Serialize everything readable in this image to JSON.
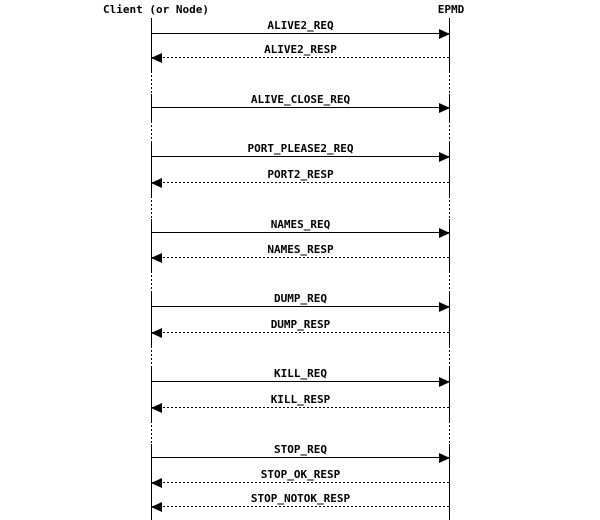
{
  "diagram": {
    "type": "sequence",
    "actors": [
      {
        "id": "client",
        "label": "Client (or Node)"
      },
      {
        "id": "epmd",
        "label": "EPMD"
      }
    ],
    "messages": [
      {
        "label": "ALIVE2_REQ",
        "from": "client",
        "to": "epmd",
        "line_style": "solid"
      },
      {
        "label": "ALIVE2_RESP",
        "from": "epmd",
        "to": "client",
        "line_style": "dotted"
      },
      {
        "label": "ALIVE_CLOSE_REQ",
        "from": "client",
        "to": "epmd",
        "line_style": "solid"
      },
      {
        "label": "PORT_PLEASE2_REQ",
        "from": "client",
        "to": "epmd",
        "line_style": "solid"
      },
      {
        "label": "PORT2_RESP",
        "from": "epmd",
        "to": "client",
        "line_style": "dotted"
      },
      {
        "label": "NAMES_REQ",
        "from": "client",
        "to": "epmd",
        "line_style": "solid"
      },
      {
        "label": "NAMES_RESP",
        "from": "epmd",
        "to": "client",
        "line_style": "dotted"
      },
      {
        "label": "DUMP_REQ",
        "from": "client",
        "to": "epmd",
        "line_style": "solid"
      },
      {
        "label": "DUMP_RESP",
        "from": "epmd",
        "to": "client",
        "line_style": "dotted"
      },
      {
        "label": "KILL_REQ",
        "from": "client",
        "to": "epmd",
        "line_style": "solid"
      },
      {
        "label": "KILL_RESP",
        "from": "epmd",
        "to": "client",
        "line_style": "dotted"
      },
      {
        "label": "STOP_REQ",
        "from": "client",
        "to": "epmd",
        "line_style": "solid"
      },
      {
        "label": "STOP_OK_RESP",
        "from": "epmd",
        "to": "client",
        "line_style": "dotted"
      },
      {
        "label": "STOP_NOTOK_RESP",
        "from": "epmd",
        "to": "client",
        "line_style": "dotted"
      }
    ],
    "colors": {
      "foreground": "#000000",
      "background": "#ffffff"
    }
  }
}
